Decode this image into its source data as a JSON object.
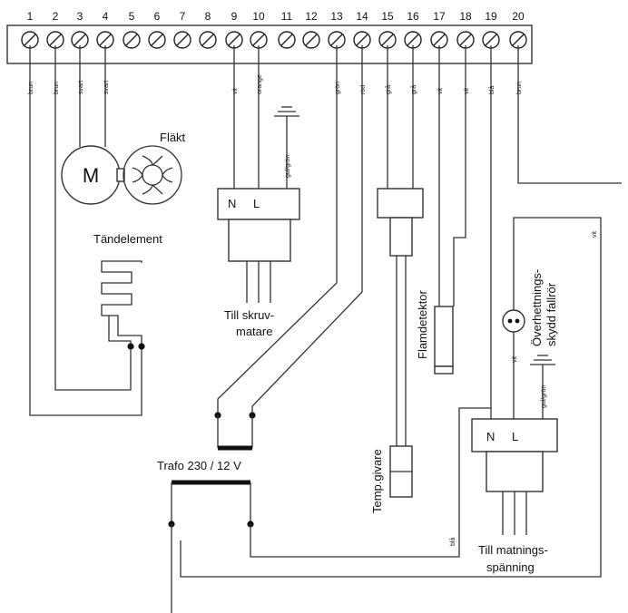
{
  "terminals": [
    "1",
    "2",
    "3",
    "4",
    "5",
    "6",
    "7",
    "8",
    "9",
    "10",
    "11",
    "12",
    "13",
    "14",
    "15",
    "16",
    "17",
    "18",
    "19",
    "20"
  ],
  "wire_colors": {
    "t1": "brun",
    "t2": "brun",
    "t3": "svart",
    "t4": "svart",
    "t9": "vit",
    "t10": "orange",
    "t13": "grön",
    "t14": "röd",
    "t15": "grå",
    "t16": "grå",
    "t17": "vit",
    "t18": "vit",
    "t19": "blå",
    "t20": "brun",
    "screw_earth": "gul/grön",
    "supply_earth": "gul/grön",
    "supply_n": "vit",
    "right_return": "vit",
    "trafo_return": "blå"
  },
  "components": {
    "motor_symbol": "M",
    "fan": "Fläkt",
    "igniter": "Tändelement",
    "screw_feeder_n": "N",
    "screw_feeder_l": "L",
    "screw_feeder_line1": "Till skruv-",
    "screw_feeder_line2": "matare",
    "flame_detector": "Flamdetektor",
    "temp_sensor": "Temp.givare",
    "overheat_line1": "Överhettnings-",
    "overheat_line2": "skydd fallrör",
    "supply_n": "N",
    "supply_l": "L",
    "supply_line1": "Till matnings-",
    "supply_line2": "spänning",
    "transformer": "Trafo 230 / 12 V"
  },
  "colors": {
    "line": "#333333",
    "bar": "#111111",
    "background": "#ffffff"
  }
}
